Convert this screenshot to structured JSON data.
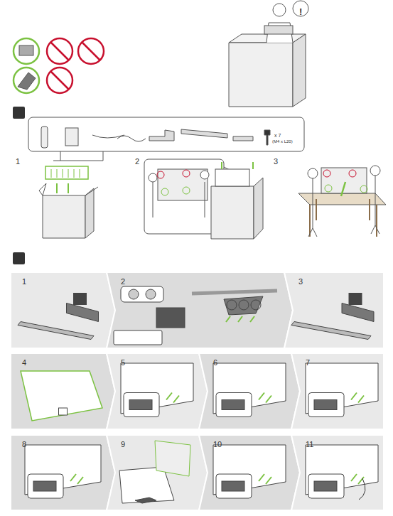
{
  "diagram": {
    "nodes": [
      {
        "text": [
          "1"
        ]
      },
      {
        "text": [
          "2"
        ]
      },
      {
        "text": [
          "3"
        ]
      },
      {
        "text": [
          "4"
        ]
      },
      {
        "text": [
          "5"
        ]
      },
      {
        "text": [
          "6"
        ]
      },
      {
        "text": [
          "7"
        ]
      },
      {
        "text": [
          "8"
        ]
      },
      {
        "text": [
          "9"
        ]
      },
      {
        "text": [
          "10"
        ]
      },
      {
        "text": [
          "11"
        ]
      }
    ],
    "labels": [
      "!",
      "x 7",
      "(M4 x L20)",
      "1",
      "2",
      "3"
    ]
  }
}
